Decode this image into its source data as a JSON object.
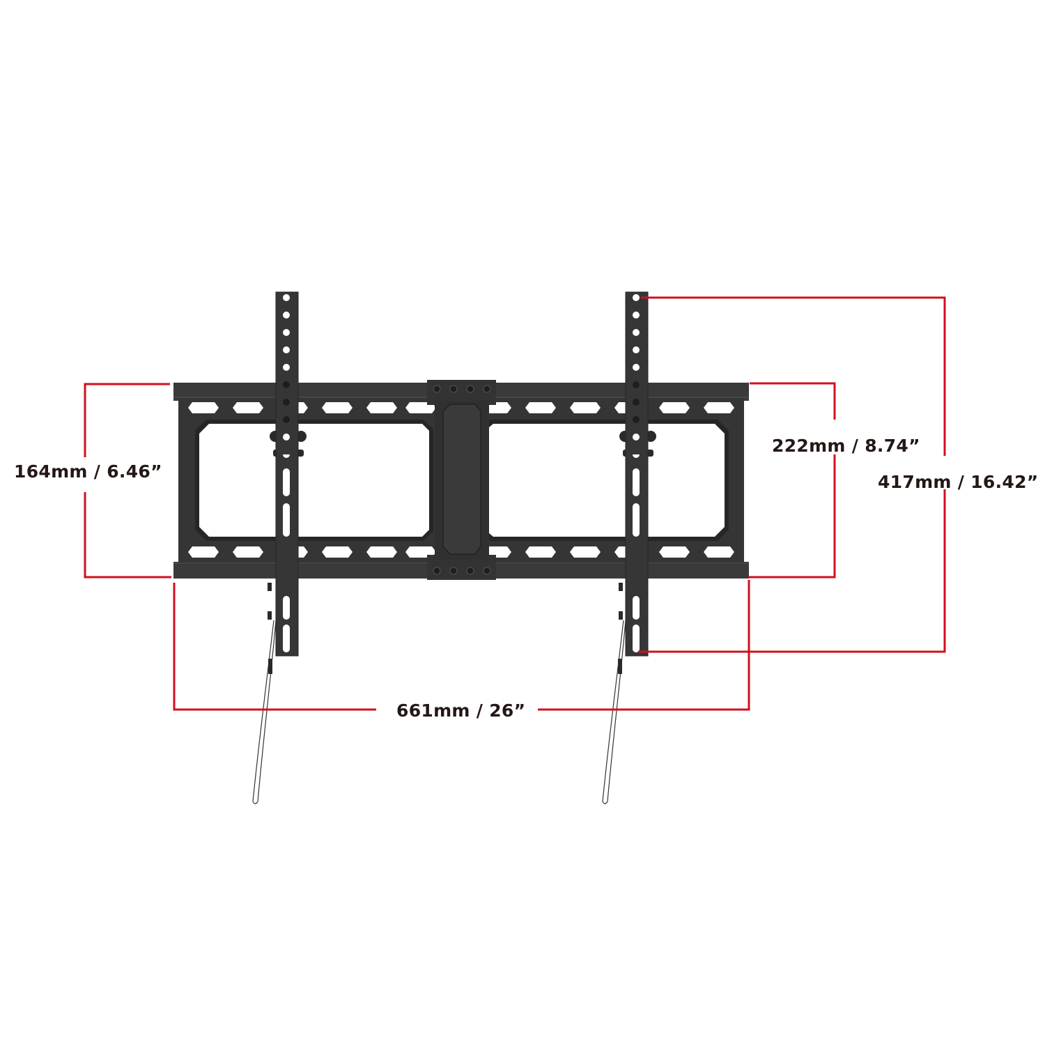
{
  "diagram": {
    "subject": "Tilting TV wall mount bracket dimensions",
    "colors": {
      "background": "#ffffff",
      "metal": "#3a3a3a",
      "metal_dark": "#262626",
      "metal_edge": "#4d4d4d",
      "dimension_line": "#d0101e",
      "label_text": "#231815"
    },
    "dimensions": {
      "wall_plate_height": {
        "label": "164mm / 6.46”",
        "mm": 164,
        "inches": 6.46
      },
      "vesa_inner_height": {
        "label": "222mm / 8.74”",
        "mm": 222,
        "inches": 8.74
      },
      "arm_total_height": {
        "label": "417mm / 16.42”",
        "mm": 417,
        "inches": 16.42
      },
      "wall_plate_width": {
        "label": "661mm / 26”",
        "mm": 661,
        "inches": 26
      }
    },
    "components": [
      {
        "name": "wall-plate",
        "count": 1
      },
      {
        "name": "vertical-arm",
        "count": 2
      },
      {
        "name": "center-brace",
        "count": 1
      },
      {
        "name": "tilt-release-cord",
        "count": 2
      }
    ]
  }
}
